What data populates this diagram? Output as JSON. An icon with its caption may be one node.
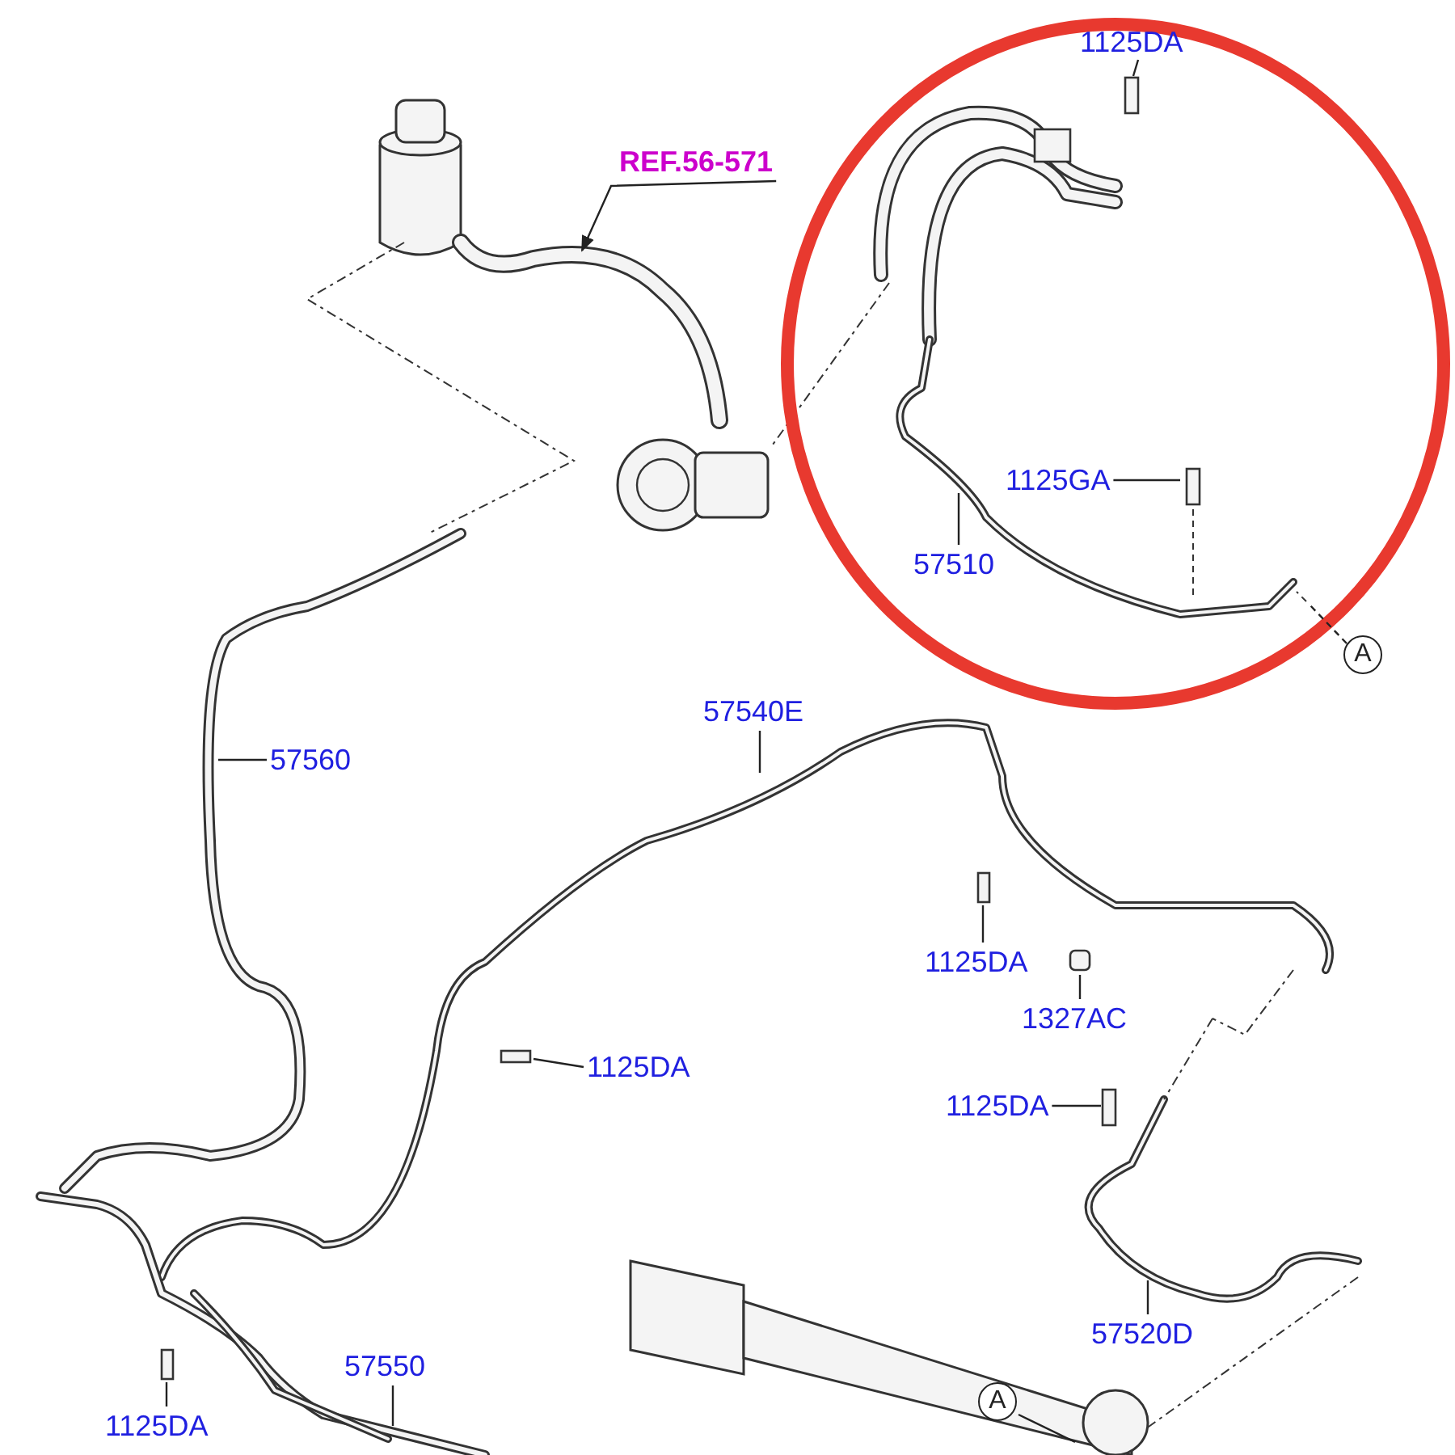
{
  "diagram": {
    "nodes": [
      {
        "text": [
          "1125DA"
        ]
      },
      {
        "text": [
          "REF.56-571"
        ]
      },
      {
        "text": [
          "1125GA"
        ]
      },
      {
        "text": [
          "57510"
        ]
      },
      {
        "text": [
          "A"
        ]
      },
      {
        "text": [
          "57540E"
        ]
      },
      {
        "text": [
          "57560"
        ]
      },
      {
        "text": [
          "1125DA"
        ]
      },
      {
        "text": [
          "1327AC"
        ]
      },
      {
        "text": [
          "1125DA"
        ]
      },
      {
        "text": [
          "1125DA"
        ]
      },
      {
        "text": [
          "57520D"
        ]
      },
      {
        "text": [
          "57550"
        ]
      },
      {
        "text": [
          "1125DA"
        ]
      },
      {
        "text": [
          "A"
        ]
      }
    ],
    "edges": [
      {
        "from": 0,
        "to": null,
        "arrow": "none"
      },
      {
        "from": 1,
        "to": null,
        "arrow": "to"
      },
      {
        "from": 2,
        "to": null,
        "arrow": "none"
      },
      {
        "from": 3,
        "to": null,
        "arrow": "none"
      },
      {
        "from": 4,
        "to": null,
        "arrow": "none",
        "style": "dashed"
      },
      {
        "from": 5,
        "to": null,
        "arrow": "none"
      },
      {
        "from": 6,
        "to": null,
        "arrow": "none"
      },
      {
        "from": 7,
        "to": null,
        "arrow": "none"
      },
      {
        "from": 8,
        "to": null,
        "arrow": "none"
      },
      {
        "from": 9,
        "to": null,
        "arrow": "none"
      },
      {
        "from": 10,
        "to": null,
        "arrow": "none"
      },
      {
        "from": 11,
        "to": null,
        "arrow": "none"
      },
      {
        "from": 12,
        "to": null,
        "arrow": "none"
      },
      {
        "from": 13,
        "to": null,
        "arrow": "none"
      },
      {
        "from": 14,
        "to": null,
        "arrow": "none"
      }
    ]
  }
}
